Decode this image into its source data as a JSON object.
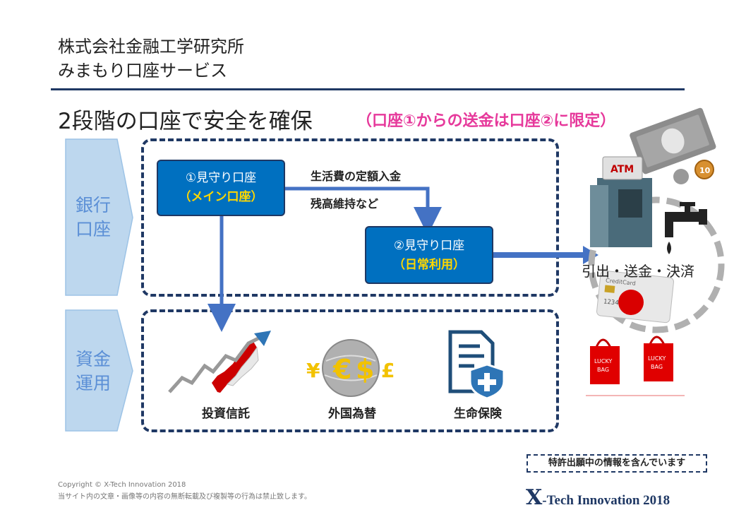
{
  "header": {
    "company": "株式会社金融工学研究所",
    "service": "みまもり口座サービス"
  },
  "headline": {
    "main": "2段階の口座で安全を確保",
    "note": "（口座①からの送金は口座②に限定）"
  },
  "sections": {
    "bank": {
      "label_line1": "銀行",
      "label_line2": "口座"
    },
    "invest": {
      "label_line1": "資金",
      "label_line2": "運用"
    }
  },
  "accounts": {
    "main": {
      "line1": "①見守り口座",
      "line2": "（メイン口座）"
    },
    "daily": {
      "line1": "②見守り口座",
      "line2": "（日常利用）"
    }
  },
  "flow": {
    "line1": "生活費の定額入金",
    "line2": "残高維持など"
  },
  "investments": [
    {
      "label": "投資信託",
      "icon": "japan-chart-icon"
    },
    {
      "label": "外国為替",
      "icon": "currency-globe-icon"
    },
    {
      "label": "生命保険",
      "icon": "insurance-document-icon"
    }
  ],
  "right_panel": {
    "atm_label": "ATM",
    "withdraw_label": "引出・送金・決済",
    "card_text": "CreditCard",
    "card_number": "1234",
    "lucky_bag_line1": "LUCKY",
    "lucky_bag_line2": "BAG"
  },
  "patent_note": "特許出願中の情報を含んでいます",
  "footer": {
    "copyright": "Copyright ©  X-Tech Innovation 2018",
    "notice": "当サイト内の文章・画像等の内容の無断転載及び複製等の行為は禁止致します。",
    "brand_x": "X",
    "brand_text": "-Tech Innovation 2018"
  },
  "colors": {
    "navy": "#1f3864",
    "account_blue": "#0070c0",
    "arrow_blue": "#4472c4",
    "accent_pink": "#e6399b",
    "chevron_fill": "#bdd7ee",
    "label_blue": "#5b8fd6"
  }
}
